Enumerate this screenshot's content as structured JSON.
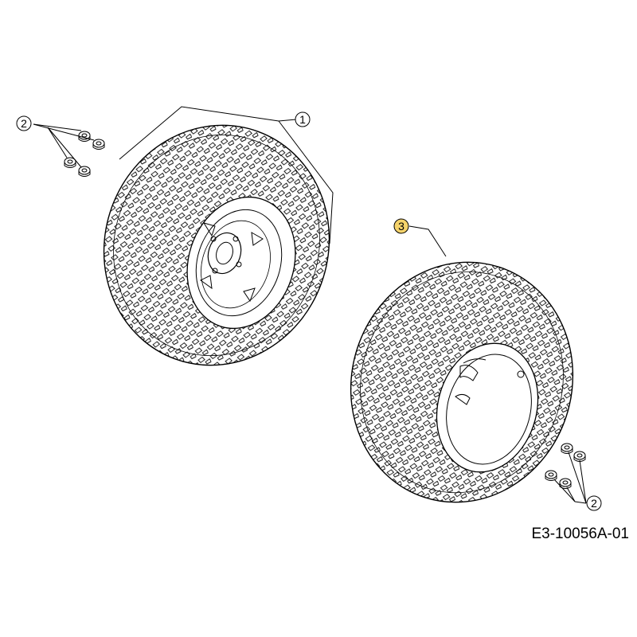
{
  "drawing": {
    "code": "E3-10056A-01",
    "callouts": [
      {
        "id": "callout-1",
        "label": "1",
        "highlight": false
      },
      {
        "id": "callout-2-top",
        "label": "2",
        "highlight": false
      },
      {
        "id": "callout-3",
        "label": "3",
        "highlight": true
      },
      {
        "id": "callout-2-bottom",
        "label": "2",
        "highlight": false
      }
    ],
    "highlight_color": "#f5d36b",
    "line_color": "#000000"
  }
}
